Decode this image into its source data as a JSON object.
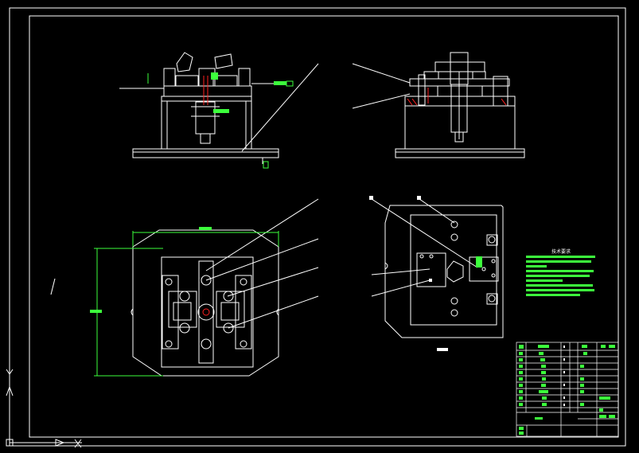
{
  "drawing": {
    "tech_requirements_title": "技术要求",
    "colors": {
      "background": "#000000",
      "linework": "#ffffff",
      "dimension": "#00ff00",
      "hatch_red": "#ff2020",
      "icon_green": "#3cff3c"
    }
  },
  "views": [
    "front-elevation",
    "side-elevation",
    "top-plan",
    "base-plan"
  ],
  "ucs": {
    "x_axis_label": "X",
    "y_axis_label": "Y"
  }
}
